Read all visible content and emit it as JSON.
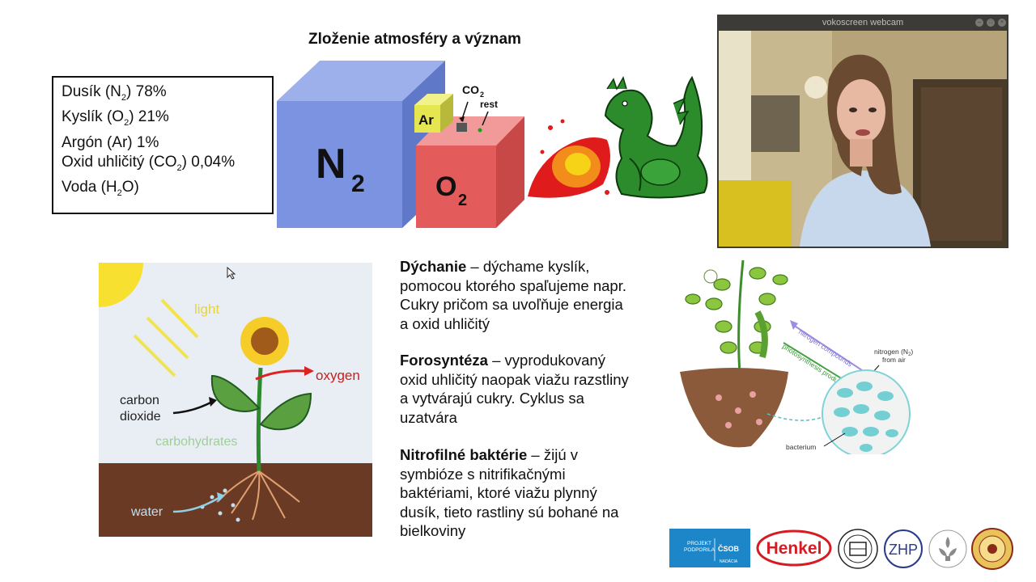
{
  "slide": {
    "title": "Zloženie atmosféry a význam"
  },
  "composition": {
    "items": [
      {
        "pre": "Dusík (N",
        "sub": "2",
        "post": ") 78%"
      },
      {
        "pre": "Kyslík (O",
        "sub": "2",
        "post": ") 21%"
      },
      {
        "pre": "Argón (Ar) 1%",
        "sub": "",
        "post": ""
      },
      {
        "pre": "Oxid uhličitý (CO",
        "sub": "2",
        "post": ") 0,04%"
      },
      {
        "pre": "Voda (H",
        "sub": "2",
        "post": "O)"
      }
    ]
  },
  "cubes": {
    "n2": {
      "main": "N",
      "sub": "2"
    },
    "o2": {
      "main": "O",
      "sub": "2"
    },
    "ar": "Ar",
    "co2": {
      "main": "CO",
      "sub": "2"
    },
    "rest": "rest",
    "colors": {
      "n2": "#7b93e0",
      "o2": "#e45b5b",
      "ar": "#e6e650"
    }
  },
  "plant_diagram": {
    "light": "light",
    "oxygen": "oxygen",
    "carbon": "carbon",
    "dioxide": "dioxide",
    "carbohydrates": "carbohydrates",
    "water": "water"
  },
  "text": {
    "dychanie": {
      "head": "Dýchanie",
      "line1": " – dýchame kyslík,",
      "line2": "pomocou ktorého spaľujeme napr.",
      "line3": "Cukry pričom sa uvoľňuje energia",
      "line4": "a oxid uhličitý"
    },
    "forosynteza": {
      "head": "Forosyntéza",
      "line1": " – vyprodukovaný",
      "line2": "oxid uhličitý naopak viažu razstliny",
      "line3": "a vytvárajú cukry. Cyklus sa",
      "line4": "uzatvára"
    },
    "nitrofilne": {
      "head": "Nitrofilné baktérie",
      "line1": " – žijú v",
      "line2": "symbióze s nitrifikačnými",
      "line3": "baktériami, ktoré viažu plynný",
      "line4": "dusík, tieto rastliny sú bohané na",
      "line5": "bielkoviny"
    }
  },
  "nitrogen_diagram": {
    "compounds": "nitrogen compounds",
    "photo": "photosynthesis products",
    "from_air1": "nitrogen (N",
    "from_air_sub": "2",
    "from_air_post": ")",
    "from_air2": "from air",
    "bacterium": "bacterium"
  },
  "webcam": {
    "title": "vokoscreen webcam"
  },
  "logos": {
    "csob": {
      "line1": "PROJEKT",
      "line2": "PODPORILA",
      "brand": "ČSOB",
      "sub": "NADÁCIA"
    },
    "henkel": "Henkel",
    "zhp": "ZHP"
  }
}
